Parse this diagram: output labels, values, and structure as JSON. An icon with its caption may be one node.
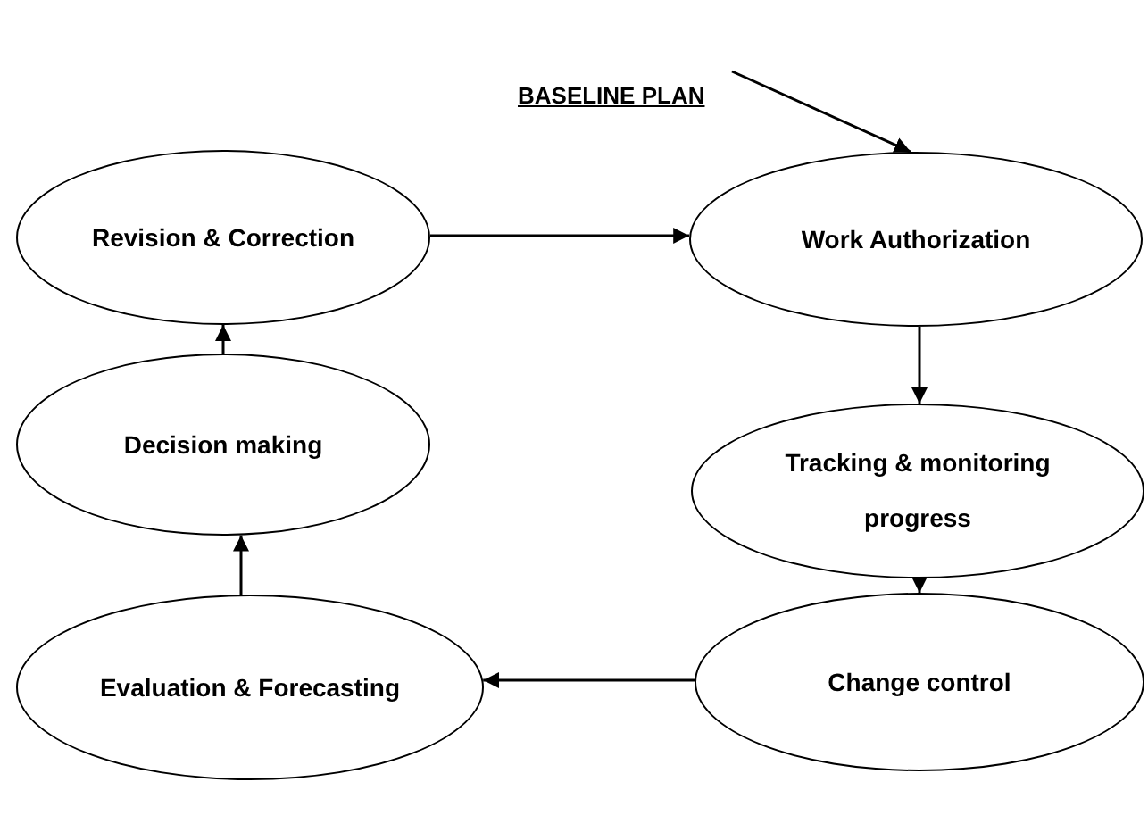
{
  "diagram": {
    "nodes": [
      {
        "text": [
          "BASELINE PLAN"
        ]
      },
      {
        "text": [
          "Revision & Correction"
        ]
      },
      {
        "text": [
          "Work Authorization"
        ]
      },
      {
        "text": [
          "Decision making"
        ]
      },
      {
        "text": [
          "Tracking & monitoring progress"
        ]
      },
      {
        "text": [
          "Evaluation & Forecasting"
        ]
      },
      {
        "text": [
          "Change control"
        ]
      }
    ],
    "edges": [
      {
        "from": 0,
        "to": 2,
        "arrow": "to"
      },
      {
        "from": 1,
        "to": 2,
        "arrow": "to"
      },
      {
        "from": 2,
        "to": 4,
        "arrow": "to"
      },
      {
        "from": 4,
        "to": 6,
        "arrow": "to"
      },
      {
        "from": 6,
        "to": 5,
        "arrow": "to"
      },
      {
        "from": 5,
        "to": 3,
        "arrow": "to"
      },
      {
        "from": 3,
        "to": 1,
        "arrow": "to"
      }
    ]
  }
}
